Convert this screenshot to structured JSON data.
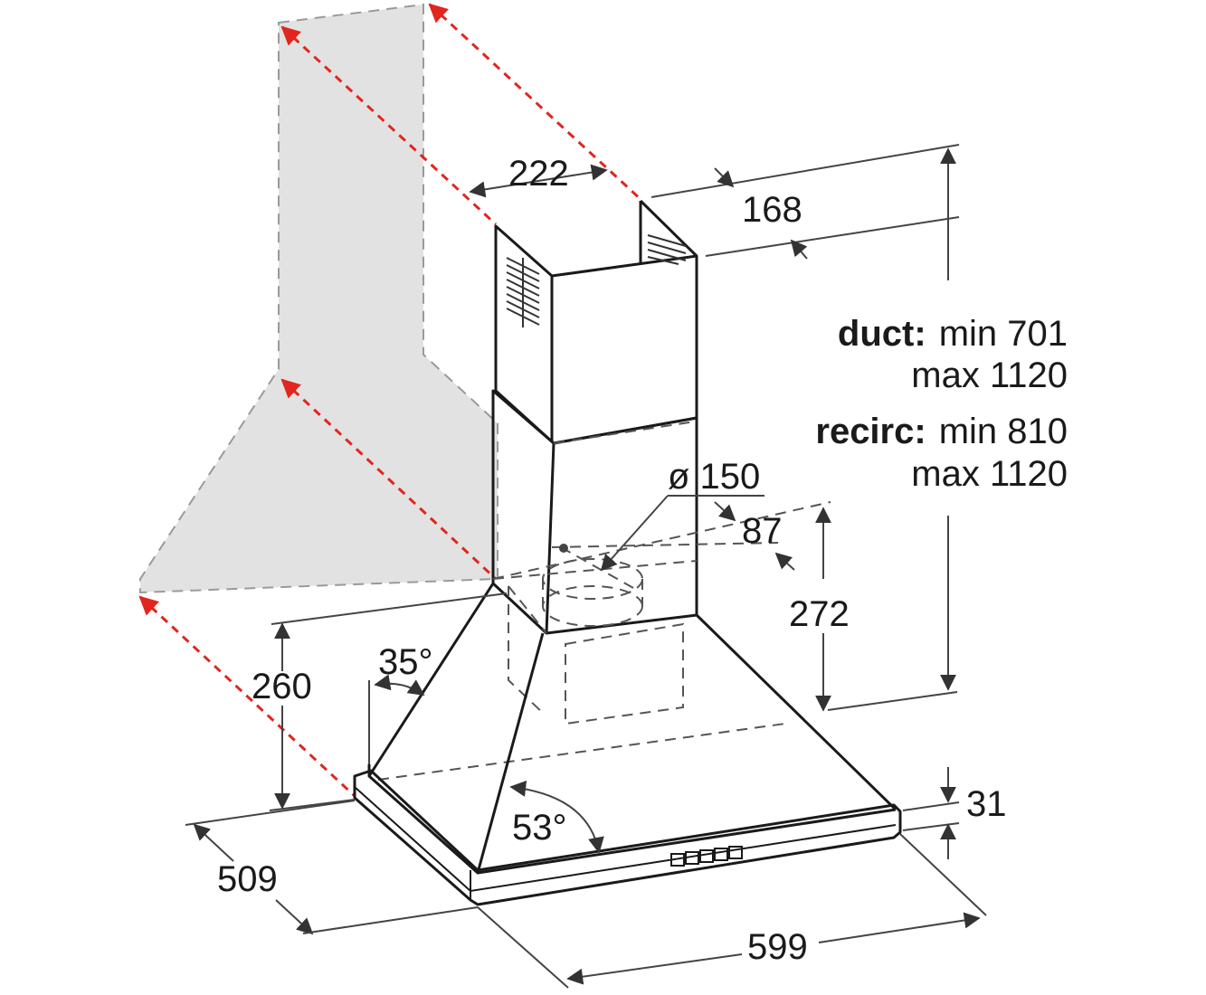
{
  "dimensions": {
    "chimney_width": "222",
    "chimney_depth": "168",
    "duct_diameter": "ø 150",
    "duct_offset": "87",
    "outlet_height": "272",
    "hood_height": "260",
    "canopy_angle": "35°",
    "side_angle": "53°",
    "rim_height": "31",
    "hood_depth": "509",
    "hood_width": "599"
  },
  "chimney_height": {
    "duct_label": "duct:",
    "duct_min": "min 701",
    "duct_max": "max 1120",
    "recirc_label": "recirc:",
    "recirc_min": "min 810",
    "recirc_max": "max 1120"
  },
  "colors": {
    "line": "#1a1a1a",
    "wall": "#e2e2e2",
    "wall_projection": "#e0261f"
  },
  "control_buttons": 5
}
